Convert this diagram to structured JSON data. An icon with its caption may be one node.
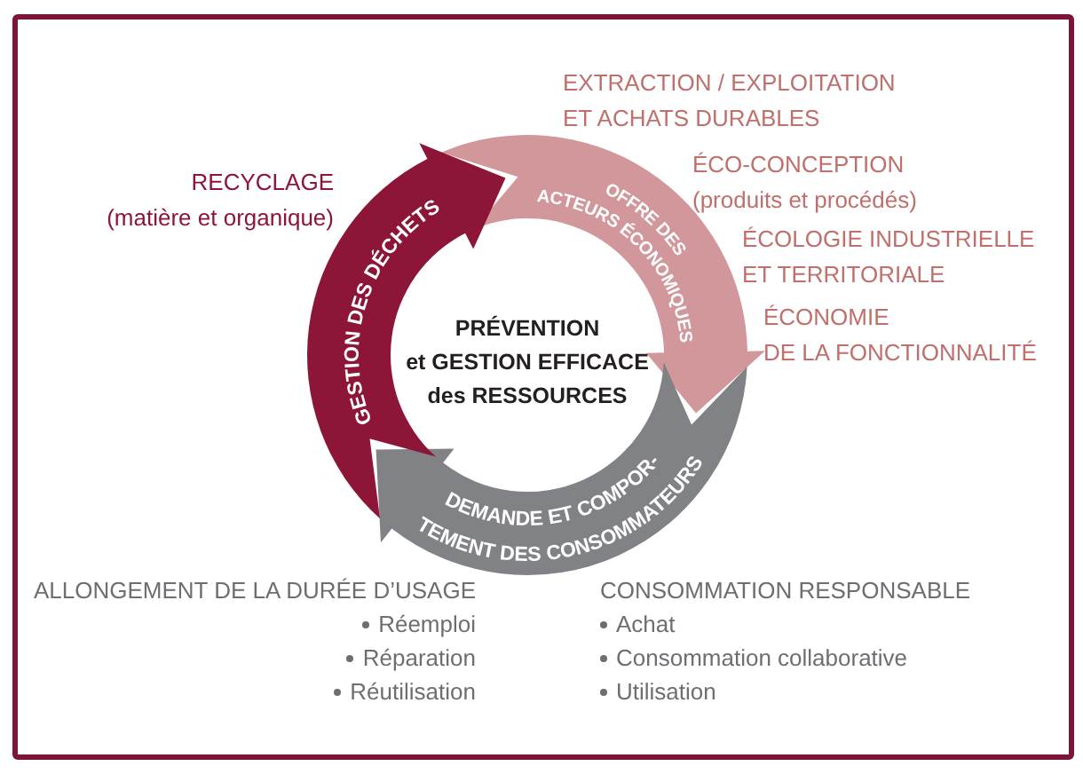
{
  "diagram": {
    "nodes": [
      {
        "text": [
          "OFFRE DES ACTEURS ÉCONOMIQUES"
        ],
        "beside": [
          "EXTRACTION / EXPLOITATION ET ACHATS DURABLES",
          "ÉCO-CONCEPTION (produits et procédés)",
          "ÉCOLOGIE INDUSTRIELLE ET TERRITORIALE",
          "ÉCONOMIE DE LA FONCTIONNALITÉ"
        ]
      },
      {
        "text": [
          "DEMANDE ET COMPOR- TEMENT DES CONSOMMATEURS"
        ],
        "beside": [
          "ALLONGEMENT DE LA DURÉE D’USAGE",
          "Réemploi",
          "Réparation",
          "Réutilisation",
          "CONSOMMATION RESPONSABLE",
          "Achat",
          "Consommation collaborative",
          "Utilisation"
        ]
      },
      {
        "text": [
          "GESTION DES DÉCHETS"
        ],
        "beside": [
          "RECYCLAGE (matière et organique)"
        ]
      }
    ],
    "labels": [
      "PRÉVENTION et GESTION EFFICACE des RESSOURCES"
    ]
  }
}
